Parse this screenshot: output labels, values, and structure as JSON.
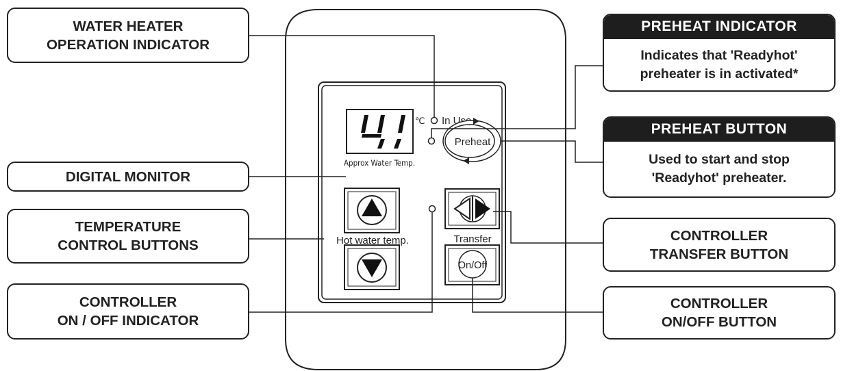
{
  "device": {
    "display_value": "41",
    "display_unit": "℃",
    "display_caption": "Approx Water Temp.",
    "in_use_label": "In Use",
    "preheat_button_label": "Preheat",
    "hot_water_temp_label": "Hot water temp.",
    "transfer_label": "Transfer",
    "onoff_button_label": "On/Off"
  },
  "callouts": {
    "water_heater_indicator": {
      "line1": "WATER HEATER",
      "line2": "OPERATION INDICATOR"
    },
    "digital_monitor": {
      "line1": "DIGITAL MONITOR"
    },
    "temperature_buttons": {
      "line1": "TEMPERATURE",
      "line2": "CONTROL BUTTONS"
    },
    "onoff_indicator": {
      "line1": "CONTROLLER",
      "line2": "ON / OFF INDICATOR"
    },
    "preheat_indicator": {
      "header": "PREHEAT INDICATOR",
      "line1": "Indicates that 'Readyhot'",
      "line2": "preheater is in activated*"
    },
    "preheat_button": {
      "header": "PREHEAT BUTTON",
      "line1": "Used to start and stop",
      "line2": "'Readyhot' preheater."
    },
    "transfer_button": {
      "line1": "CONTROLLER",
      "line2": "TRANSFER BUTTON"
    },
    "onoff_button": {
      "line1": "CONTROLLER",
      "line2": "ON/OFF BUTTON"
    }
  },
  "colors": {
    "ink": "#222222",
    "header_fill": "#1e1e1e",
    "background": "#ffffff"
  },
  "icons": [
    "seven-segment-display",
    "up-arrow-icon",
    "down-arrow-icon",
    "transfer-arrows-icon",
    "preheat-cycle-arrows-icon"
  ]
}
